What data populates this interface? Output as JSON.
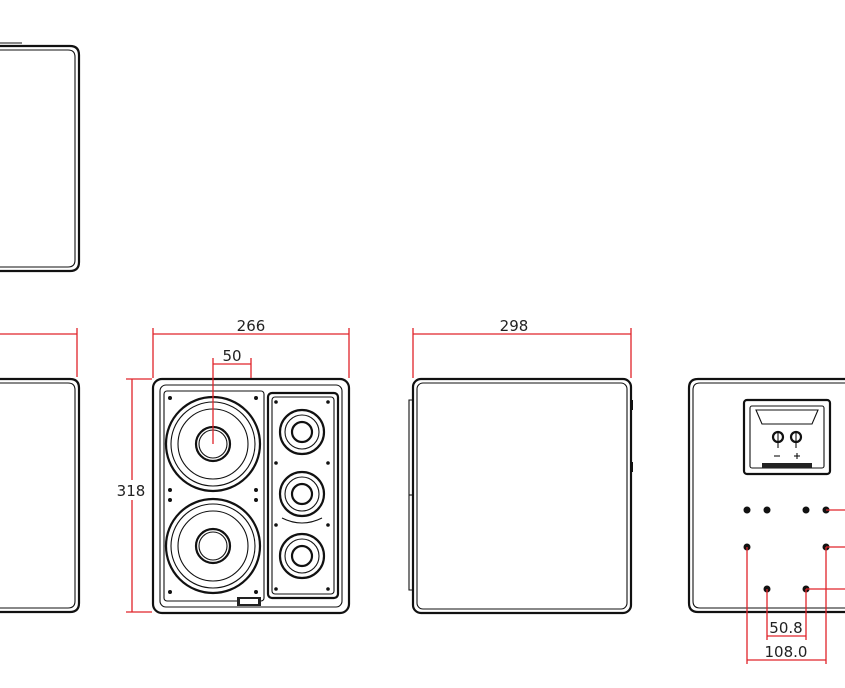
{
  "dimensions": {
    "width": "266",
    "height": "318",
    "driver_offset": "50",
    "depth": "298",
    "hole_spacing_small": "50.8",
    "hole_spacing_large": "108.0"
  },
  "colors": {
    "outline": "#111111",
    "dimension_line": "#e0242a",
    "background": "#ffffff"
  }
}
